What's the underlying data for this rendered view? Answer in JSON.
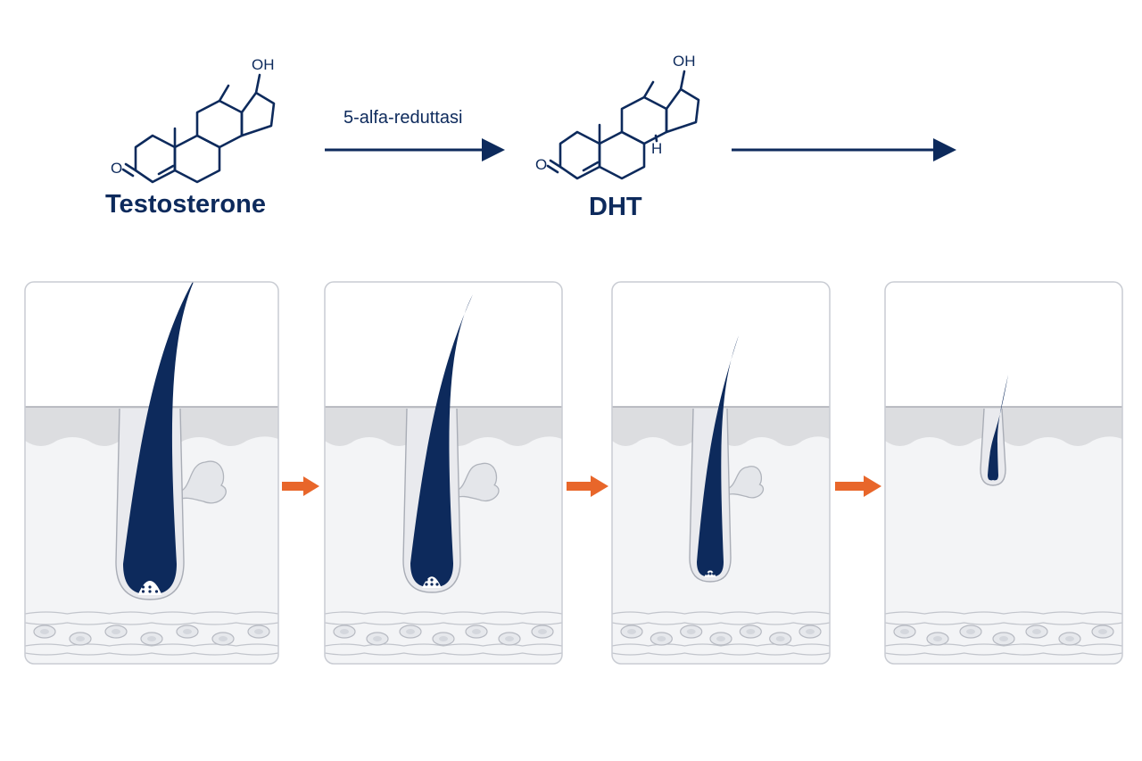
{
  "molecules": {
    "testosterone": {
      "name": "Testosterone",
      "oh": "OH",
      "o": "O"
    },
    "dht": {
      "name": "DHT",
      "oh": "OH",
      "o": "O",
      "h": "H"
    }
  },
  "reaction": {
    "enzyme": "5-alfa-reduttasi"
  },
  "colors": {
    "navy": "#0d2a5c",
    "arrow_orange": "#e8662a",
    "panel_border": "#c9ccd3",
    "skin_band": "#dcdde0",
    "dermis": "#f3f4f6"
  },
  "panels": [
    {
      "stage": "healthy-follicle"
    },
    {
      "stage": "shrinking-follicle"
    },
    {
      "stage": "miniaturized-follicle"
    },
    {
      "stage": "vellus-follicle"
    }
  ]
}
